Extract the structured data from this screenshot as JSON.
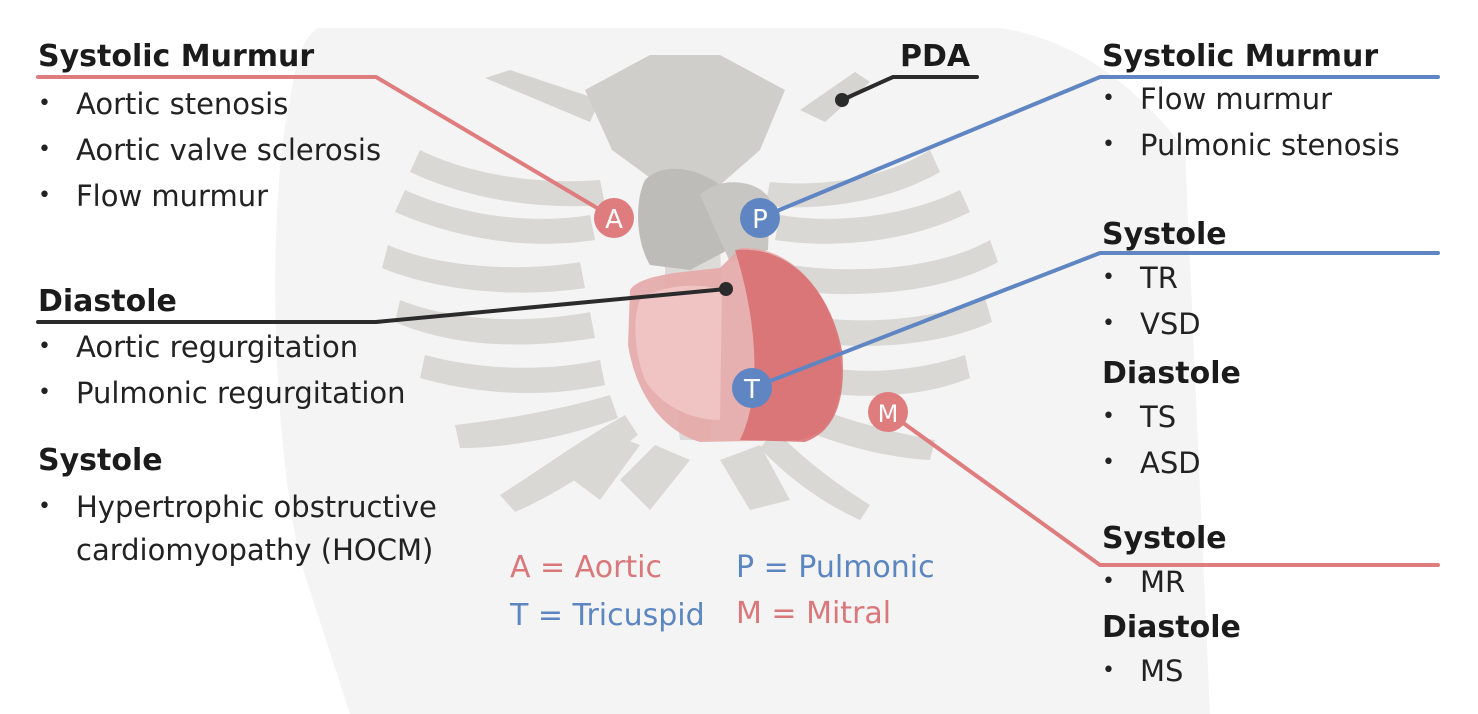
{
  "colors": {
    "aortic_mitral": "#df7c7d",
    "pulmonic_tricuspid": "#5f86c2",
    "pointer": "#2b2b2b"
  },
  "icons": [
    "torso-silhouette",
    "rib-cage-illustration",
    "heart-illustration"
  ],
  "markers": {
    "aortic": "A",
    "pulmonic": "P",
    "tricuspid": "T",
    "mitral": "M"
  },
  "left": {
    "aortic_heading": "Systolic Murmur",
    "aortic_items": [
      "Aortic stenosis",
      "Aortic valve sclerosis",
      "Flow murmur"
    ],
    "diastole_heading": "Diastole",
    "diastole_items": [
      "Aortic regurgitation",
      "Pulmonic regurgitation"
    ],
    "systole_heading": "Systole",
    "systole_item_line1": "Hypertrophic obstructive",
    "systole_item_line2": "cardiomyopathy (HOCM)"
  },
  "pda_label": "PDA",
  "right": {
    "pulmonic_heading": "Systolic Murmur",
    "pulmonic_items": [
      "Flow murmur",
      "Pulmonic stenosis"
    ],
    "tricuspid_systole_heading": "Systole",
    "tricuspid_systole_items": [
      "TR",
      "VSD"
    ],
    "tricuspid_diastole_heading": "Diastole",
    "tricuspid_diastole_items": [
      "TS",
      "ASD"
    ],
    "mitral_systole_heading": "Systole",
    "mitral_systole_items": [
      "MR"
    ],
    "mitral_diastole_heading": "Diastole",
    "mitral_diastole_items": [
      "MS"
    ]
  },
  "key": {
    "aortic": "A = Aortic",
    "pulmonic": "P = Pulmonic",
    "tricuspid": "T = Tricuspid",
    "mitral": "M = Mitral"
  }
}
